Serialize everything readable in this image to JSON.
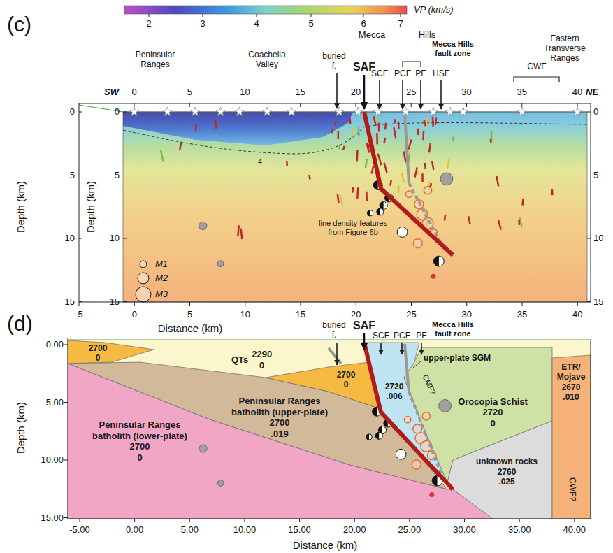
{
  "diagram": {
    "nodes": [
      {
        "text": [
          "QTs",
          "2290",
          "0"
        ]
      },
      {
        "text": [
          "2700",
          "0"
        ]
      },
      {
        "text": [
          "2700",
          "0"
        ]
      },
      {
        "text": [
          "Peninsular Ranges batholith (upper-plate)",
          "2700",
          ".019"
        ]
      },
      {
        "text": [
          "Peninsular Ranges batholith (lower-plate)",
          "2700",
          "0"
        ]
      },
      {
        "text": [
          "2720",
          ".006"
        ]
      },
      {
        "text": [
          "Orocopia Schist",
          "2720",
          "0"
        ]
      },
      {
        "text": [
          "unknown rocks",
          "2760",
          ".025"
        ]
      },
      {
        "text": [
          "ETR/ Mojave",
          "2670",
          ".010"
        ]
      }
    ],
    "labels": [
      "(c)",
      "2",
      "3",
      "4",
      "5",
      "6",
      "7",
      "VP (km/s)",
      "Peninsular Ranges",
      "Coachella Valley",
      "Mecca",
      "Hills",
      "Eastern Transverse Ranges",
      "buried f.",
      "SAF",
      "SCF",
      "PCF",
      "PF",
      "Mecca Hills fault zone",
      "HSF",
      "CWF",
      "SW",
      "NE",
      "0",
      "5",
      "10",
      "15",
      "20",
      "25",
      "30",
      "35",
      "40",
      "0",
      "5",
      "10",
      "15",
      "0",
      "5",
      "10",
      "15",
      "0",
      "5",
      "10",
      "15",
      "Depth (km)",
      "Depth (km)",
      "line density features from Figure 6b",
      "4",
      "-5",
      "0",
      "5",
      "10",
      "15",
      "20",
      "25",
      "30",
      "35",
      "40",
      "Distance (km)",
      "(d)",
      "buried f.",
      "SAF",
      "SCF",
      "PCF",
      "PF",
      "Mecca Hills fault zone",
      "upper-plate SGM",
      "CMF?",
      "0.00",
      "5.00",
      "10.00",
      "15.00",
      "Depth (km)",
      "-5.00",
      "0.00",
      "5.00",
      "10.00",
      "15.00",
      "20.00",
      "25.00",
      "30.00",
      "35.00",
      "40.00",
      "Distance (km)",
      "CWF?"
    ],
    "legend": [
      {
        "text": "M1"
      },
      {
        "text": "M2"
      },
      {
        "text": "M3"
      }
    ]
  }
}
